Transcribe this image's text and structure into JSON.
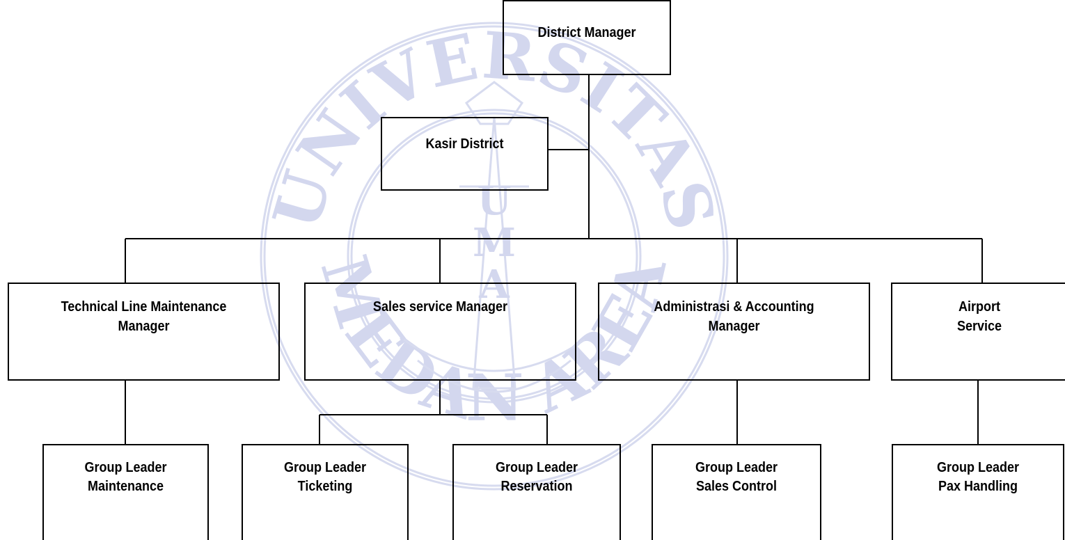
{
  "org_chart": {
    "district_manager": "District Manager",
    "kasir_district": "Kasir District",
    "technical_line_maintenance_manager": [
      "Technical Line Maintenance",
      "Manager"
    ],
    "sales_service_manager": "Sales service Manager",
    "administrasi_accounting_manager": [
      "Administrasi & Accounting",
      "Manager"
    ],
    "airport_service": [
      "Airport",
      "Service"
    ],
    "group_leader_maintenance": [
      "Group Leader",
      "Maintenance"
    ],
    "group_leader_ticketing": [
      "Group Leader",
      "Ticketing"
    ],
    "group_leader_reservation": [
      "Group Leader",
      "Reservation"
    ],
    "group_leader_sales_control": [
      "Group Leader",
      "Sales Control"
    ],
    "group_leader_pax_handling": [
      "Group Leader",
      "Pax Handling"
    ]
  },
  "watermark": {
    "text_top": "UNIVERSITAS",
    "text_bottom": "MEDAN AREA",
    "text_vertical": "UMA",
    "color": "#cfd3ec"
  }
}
